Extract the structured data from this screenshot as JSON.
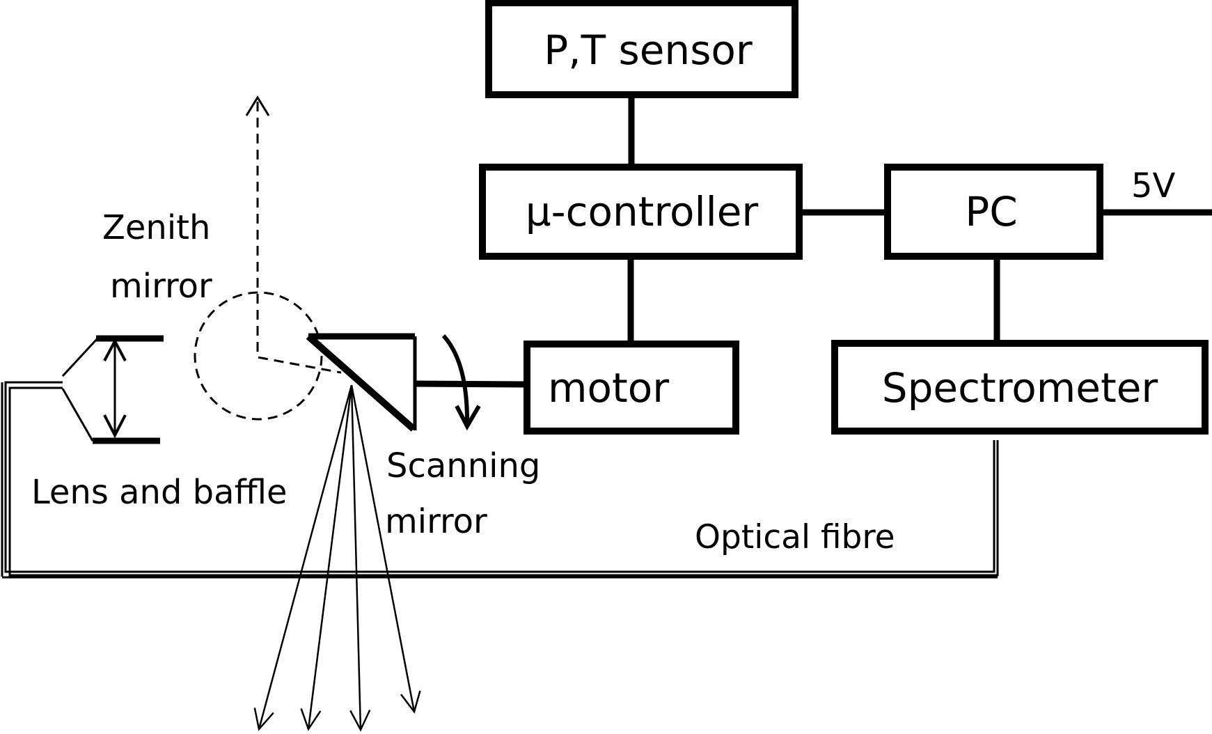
{
  "diagram": {
    "type": "instrument block diagram",
    "boxes": {
      "pt_sensor": "P,T sensor",
      "micro_controller": "µ-controller",
      "pc": "PC",
      "motor": "motor",
      "spectrometer": "Spectrometer"
    },
    "labels": {
      "power": "5V",
      "zenith_line1": "Zenith",
      "zenith_line2": "mirror",
      "scanning_line1": "Scanning",
      "scanning_line2": "mirror",
      "lens": "Lens and baffle",
      "fibre": "Optical fibre"
    },
    "connections": [
      {
        "from": "P,T sensor",
        "to": "µ-controller"
      },
      {
        "from": "µ-controller",
        "to": "PC"
      },
      {
        "from": "µ-controller",
        "to": "motor"
      },
      {
        "from": "PC",
        "to": "Spectrometer"
      },
      {
        "from": "PC",
        "to": "5V"
      },
      {
        "from": "motor",
        "to": "Scanning mirror"
      },
      {
        "from": "Spectrometer",
        "to": "Lens and baffle",
        "via": "Optical fibre"
      }
    ],
    "scan_ray_count": 4
  }
}
